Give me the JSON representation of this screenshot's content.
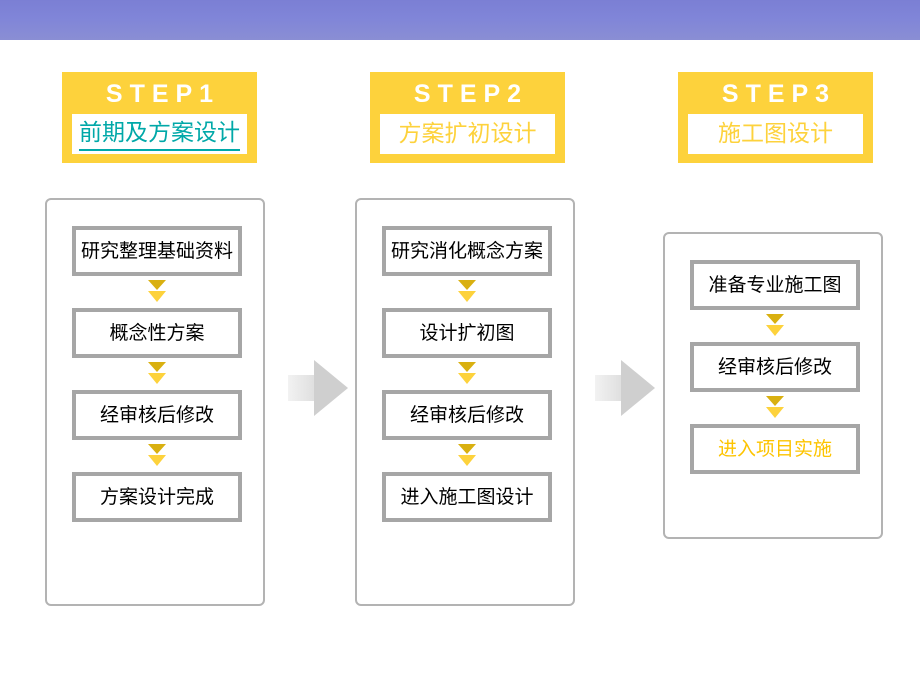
{
  "banner": {
    "color": "#7b7fd4"
  },
  "theme": {
    "yellow": "#fdd23c",
    "teal": "#00a8a8",
    "node_border": "#a6a6a6",
    "container_border": "#b3b3b3",
    "arrow_gray": "#cfcfcf",
    "gold_text": "#fdc400"
  },
  "steps": [
    {
      "label": "STEP1",
      "title": "前期及方案设计",
      "title_color": "#00a8a8",
      "underlined": true,
      "nodes": [
        "研究整理基础资料",
        "概念性方案",
        "经审核后修改",
        "方案设计完成"
      ]
    },
    {
      "label": "STEP2",
      "title": "方案扩初设计",
      "title_color": "#fdd23c",
      "underlined": false,
      "nodes": [
        "研究消化概念方案",
        "设计扩初图",
        "经审核后修改",
        "进入施工图设计"
      ]
    },
    {
      "label": "STEP3",
      "title": "施工图设计",
      "title_color": "#fdd23c",
      "underlined": false,
      "nodes": [
        "准备专业施工图",
        "经审核后修改",
        "进入项目实施"
      ]
    }
  ],
  "connectors": [
    {
      "name": "step1-to-step2"
    },
    {
      "name": "step2-to-step3"
    }
  ]
}
